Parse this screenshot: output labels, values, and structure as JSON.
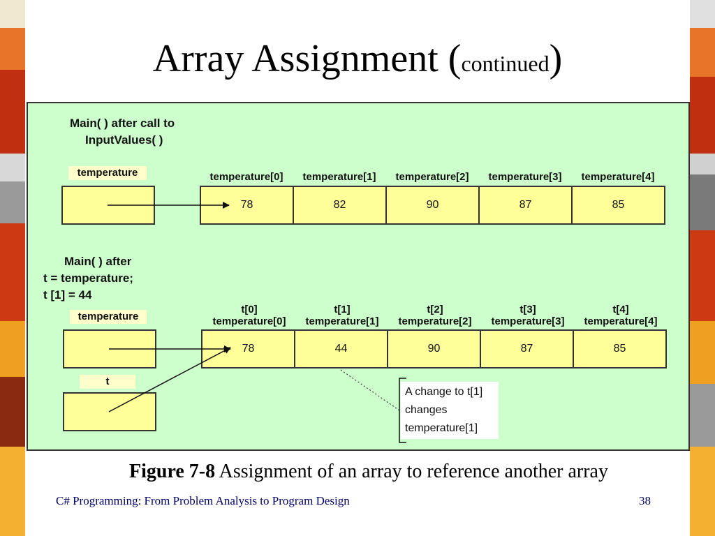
{
  "slide": {
    "title_main": "Array Assignment (",
    "title_small": "continued",
    "title_close": ")",
    "caption_label": "Figure 7-8",
    "caption_text": " Assignment of an array to reference another array",
    "footer": "C# Programming: From Problem Analysis to Program Design",
    "page_number": "38"
  },
  "diagram": {
    "top": {
      "heading_line1": "Main( ) after call to",
      "heading_line2": "InputValues( )",
      "var_label": "temperature",
      "headers": [
        "temperature[0]",
        "temperature[1]",
        "temperature[2]",
        "temperature[3]",
        "temperature[4]"
      ],
      "values": [
        "78",
        "82",
        "90",
        "87",
        "85"
      ]
    },
    "bottom": {
      "heading_line1": "Main( ) after",
      "heading_line2": "t = temperature;",
      "heading_line3": "t [1] = 44",
      "var_label": "temperature",
      "t_label": "t",
      "alias_headers": [
        "t[0]",
        "t[1]",
        "t[2]",
        "t[3]",
        "t[4]"
      ],
      "headers": [
        "temperature[0]",
        "temperature[1]",
        "temperature[2]",
        "temperature[3]",
        "temperature[4]"
      ],
      "values": [
        "78",
        "44",
        "90",
        "87",
        "85"
      ]
    },
    "note": {
      "line1": "A change to t[1]",
      "line2": "changes",
      "line3": "temperature[1]"
    }
  },
  "colors": {
    "panel_bg": "#ccffcc",
    "cell_fill": "#ffff99",
    "label_fill": "#ffffcc"
  }
}
